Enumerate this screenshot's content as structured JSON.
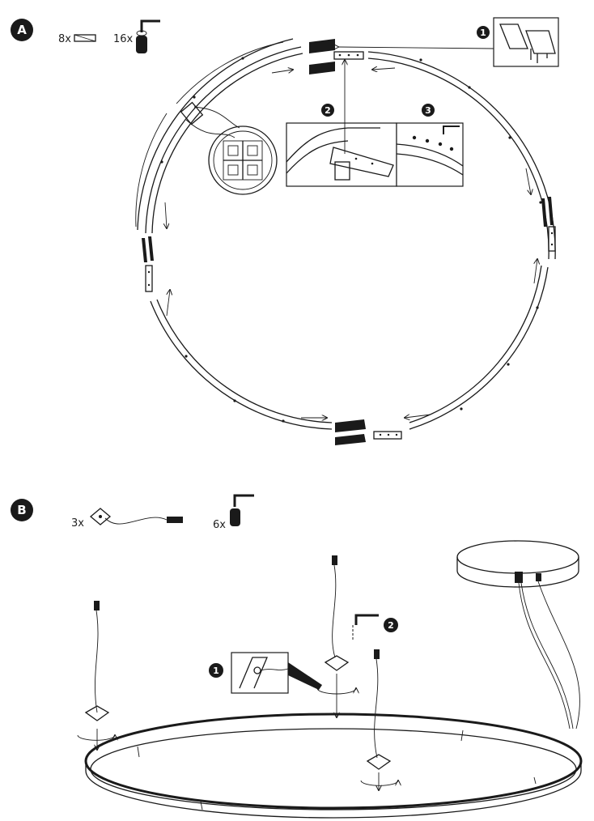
{
  "step_a": {
    "letter": "A",
    "connector_count": "8x",
    "screw_count": "16x",
    "callouts": [
      "1",
      "2",
      "3"
    ]
  },
  "step_b": {
    "letter": "B",
    "cable_count": "3x",
    "screw_count": "6x",
    "callouts": [
      "1",
      "2"
    ]
  }
}
